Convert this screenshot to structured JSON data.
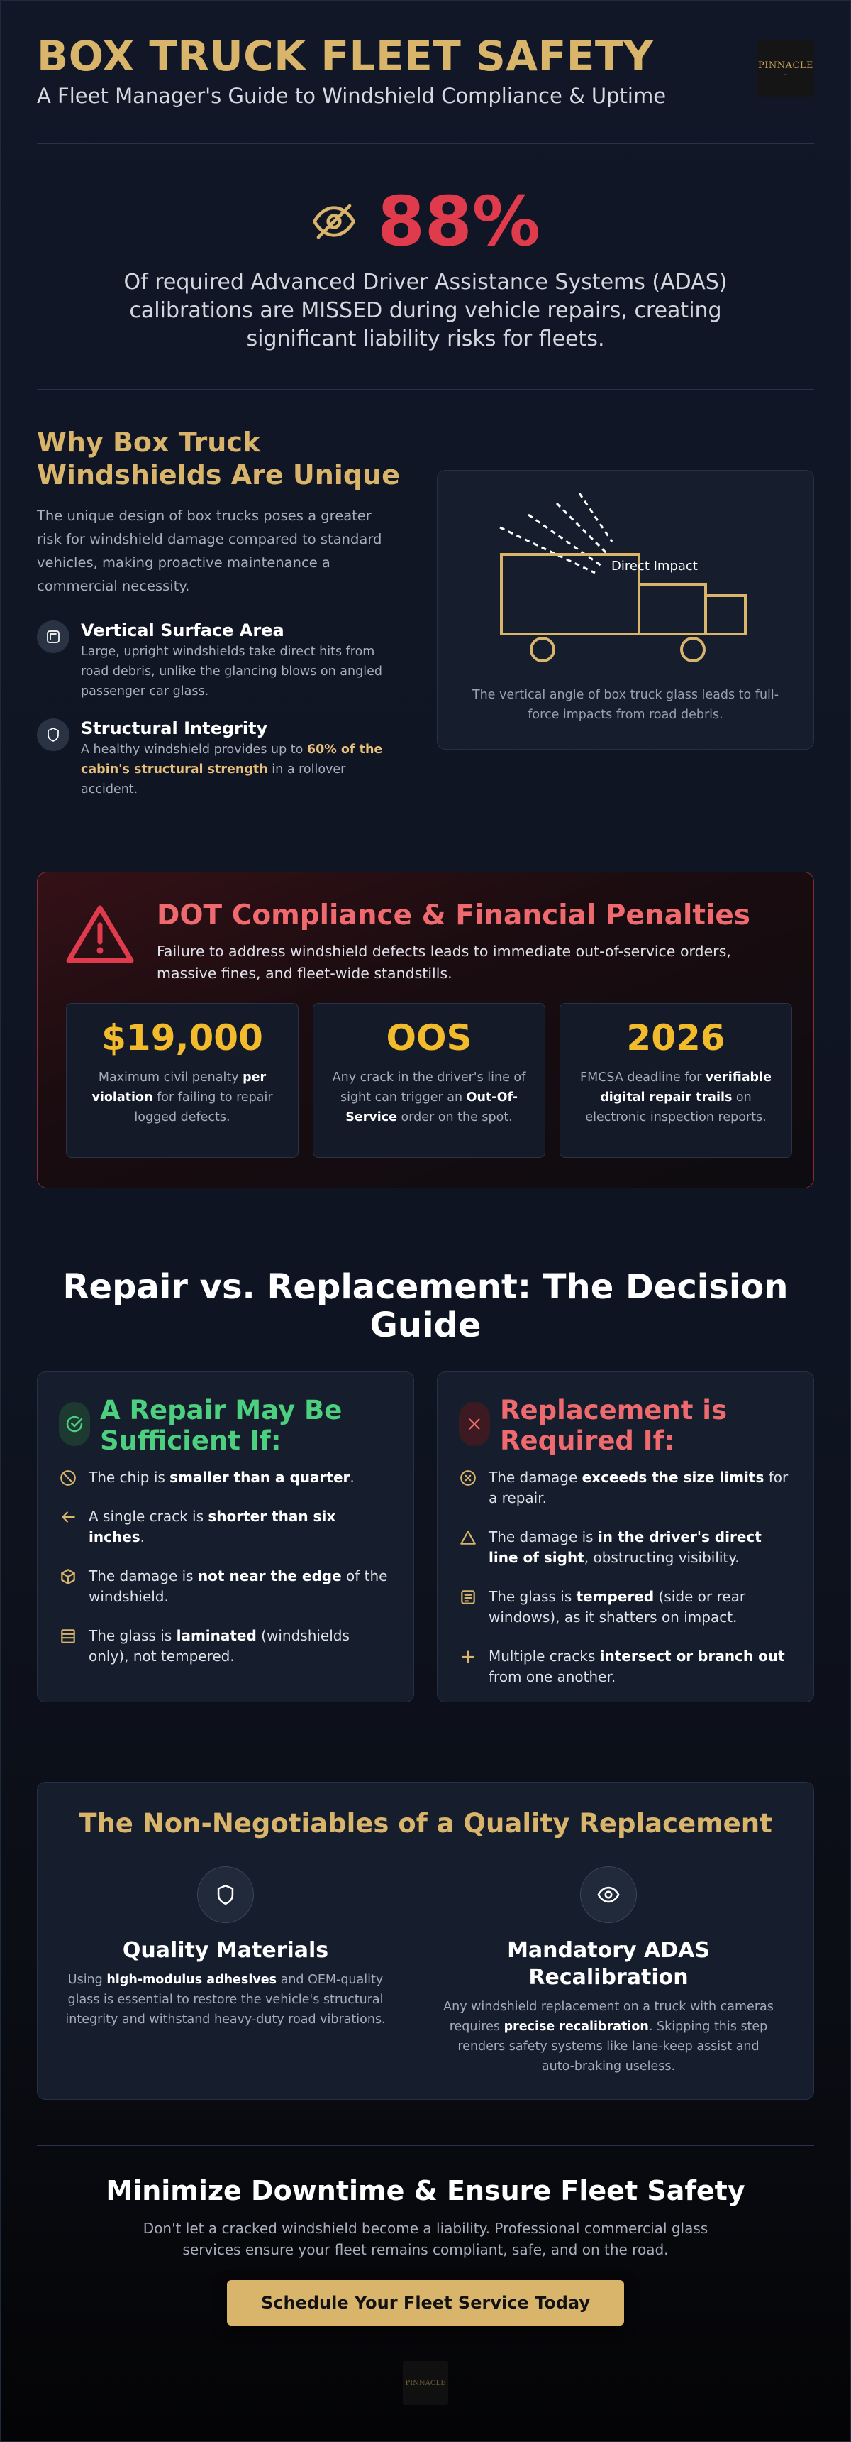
{
  "header": {
    "title": "BOX TRUCK FLEET SAFETY",
    "subtitle": "A Fleet Manager's Guide to Windshield Compliance & Uptime",
    "logo_text": "PINNACLE"
  },
  "stat": {
    "value": "88%",
    "text": "Of required Advanced Driver Assistance Systems (ADAS) calibrations are MISSED during vehicle repairs, creating significant liability risks for fleets."
  },
  "why": {
    "title": "Why Box Truck Windshields Are Unique",
    "intro": "The unique design of box trucks poses a greater risk for windshield damage compared to standard vehicles, making proactive maintenance a commercial necessity.",
    "features": [
      {
        "title": "Vertical Surface Area",
        "text": "Large, upright windshields take direct hits from road debris, unlike the glancing blows on angled passenger car glass."
      },
      {
        "title": "Structural Integrity",
        "text_pre": "A healthy windshield provides up to ",
        "text_bold": "60% of the cabin's structural strength",
        "text_post": " in a rollover accident."
      }
    ],
    "diagram_label": "Direct Impact",
    "diagram_caption": "The vertical angle of box truck glass leads to full-force impacts from road debris."
  },
  "dot": {
    "title": "DOT Compliance & Financial Penalties",
    "lead": "Failure to address windshield defects leads to immediate out-of-service orders, massive fines, and fleet-wide standstills.",
    "cards": [
      {
        "value": "$19,000",
        "pre": "Maximum civil penalty ",
        "bold": "per violation",
        "post": " for failing to repair logged defects."
      },
      {
        "value": "OOS",
        "pre": "Any crack in the driver's line of sight can trigger an ",
        "bold": "Out-Of-Service",
        "post": " order on the spot."
      },
      {
        "value": "2026",
        "pre": "FMCSA deadline for ",
        "bold": "verifiable digital repair trails",
        "post": " on electronic inspection reports."
      }
    ]
  },
  "decision": {
    "title": "Repair vs. Replacement: The Decision Guide",
    "repair": {
      "title": "A Repair May Be Sufficient If:",
      "items": [
        {
          "pre": "The chip is ",
          "bold": "smaller than a quarter",
          "post": "."
        },
        {
          "pre": "A single crack is ",
          "bold": "shorter than six inches",
          "post": "."
        },
        {
          "pre": "The damage is ",
          "bold": "not near the edge",
          "post": " of the windshield."
        },
        {
          "pre": "The glass is ",
          "bold": "laminated",
          "post": " (windshields only), not tempered."
        }
      ]
    },
    "replace": {
      "title": "Replacement is Required If:",
      "items": [
        {
          "pre": "The damage ",
          "bold": "exceeds the size limits",
          "post": " for a repair."
        },
        {
          "pre": "The damage is ",
          "bold": "in the driver's direct line of sight",
          "post": ", obstructing visibility."
        },
        {
          "pre": "The glass is ",
          "bold": "tempered",
          "post": " (side or rear windows), as it shatters on impact."
        },
        {
          "pre": "Multiple cracks ",
          "bold": "intersect or branch out",
          "post": " from one another."
        }
      ]
    }
  },
  "nonneg": {
    "title": "The Non-Negotiables of a Quality Replacement",
    "items": [
      {
        "title": "Quality Materials",
        "pre": "Using ",
        "bold": "high-modulus adhesives",
        "post": " and OEM-quality glass is essential to restore the vehicle's structural integrity and withstand heavy-duty road vibrations."
      },
      {
        "title": "Mandatory ADAS Recalibration",
        "pre": "Any windshield replacement on a truck with cameras requires ",
        "bold": "precise recalibration",
        "post": ". Skipping this step renders safety systems like lane-keep assist and auto-braking useless."
      }
    ]
  },
  "cta": {
    "title": "Minimize Downtime & Ensure Fleet Safety",
    "text": "Don't let a cracked windshield become a liability. Professional commercial glass services ensure your fleet remains compliant, safe, and on the road.",
    "button": "Schedule Your Fleet Service Today"
  },
  "colors": {
    "gold": "#d9b46b",
    "red": "#e03b4c",
    "green": "#4ccf7e",
    "amber": "#f2bb2c"
  }
}
